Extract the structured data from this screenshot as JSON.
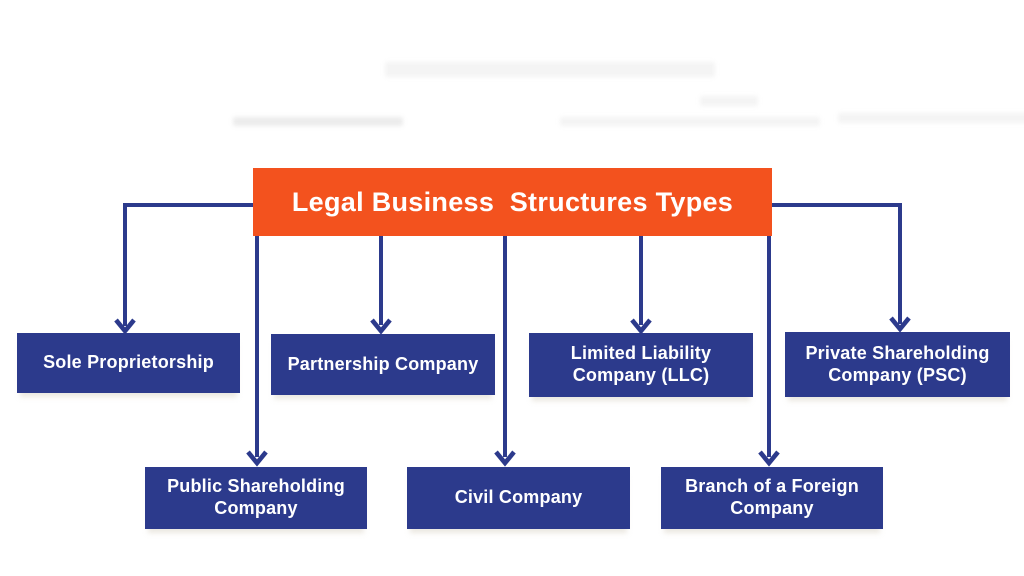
{
  "diagram": {
    "root": {
      "label": "Legal Business  Structures Types"
    },
    "nodes": [
      {
        "id": "sole",
        "label": "Sole Proprietorship"
      },
      {
        "id": "partnership",
        "label": "Partnership Company"
      },
      {
        "id": "llc",
        "label": "Limited Liability Company (LLC)"
      },
      {
        "id": "psc",
        "label": "Private Shareholding Company (PSC)"
      },
      {
        "id": "public",
        "label": "Public Shareholding Company"
      },
      {
        "id": "civil",
        "label": "Civil Company"
      },
      {
        "id": "branch",
        "label": "Branch of a Foreign Company"
      }
    ],
    "colors": {
      "root_bg": "#F3521E",
      "node_bg": "#2C3A8C",
      "connector": "#2C3A8C",
      "text": "#FFFFFF",
      "background": "#FFFFFF"
    }
  }
}
